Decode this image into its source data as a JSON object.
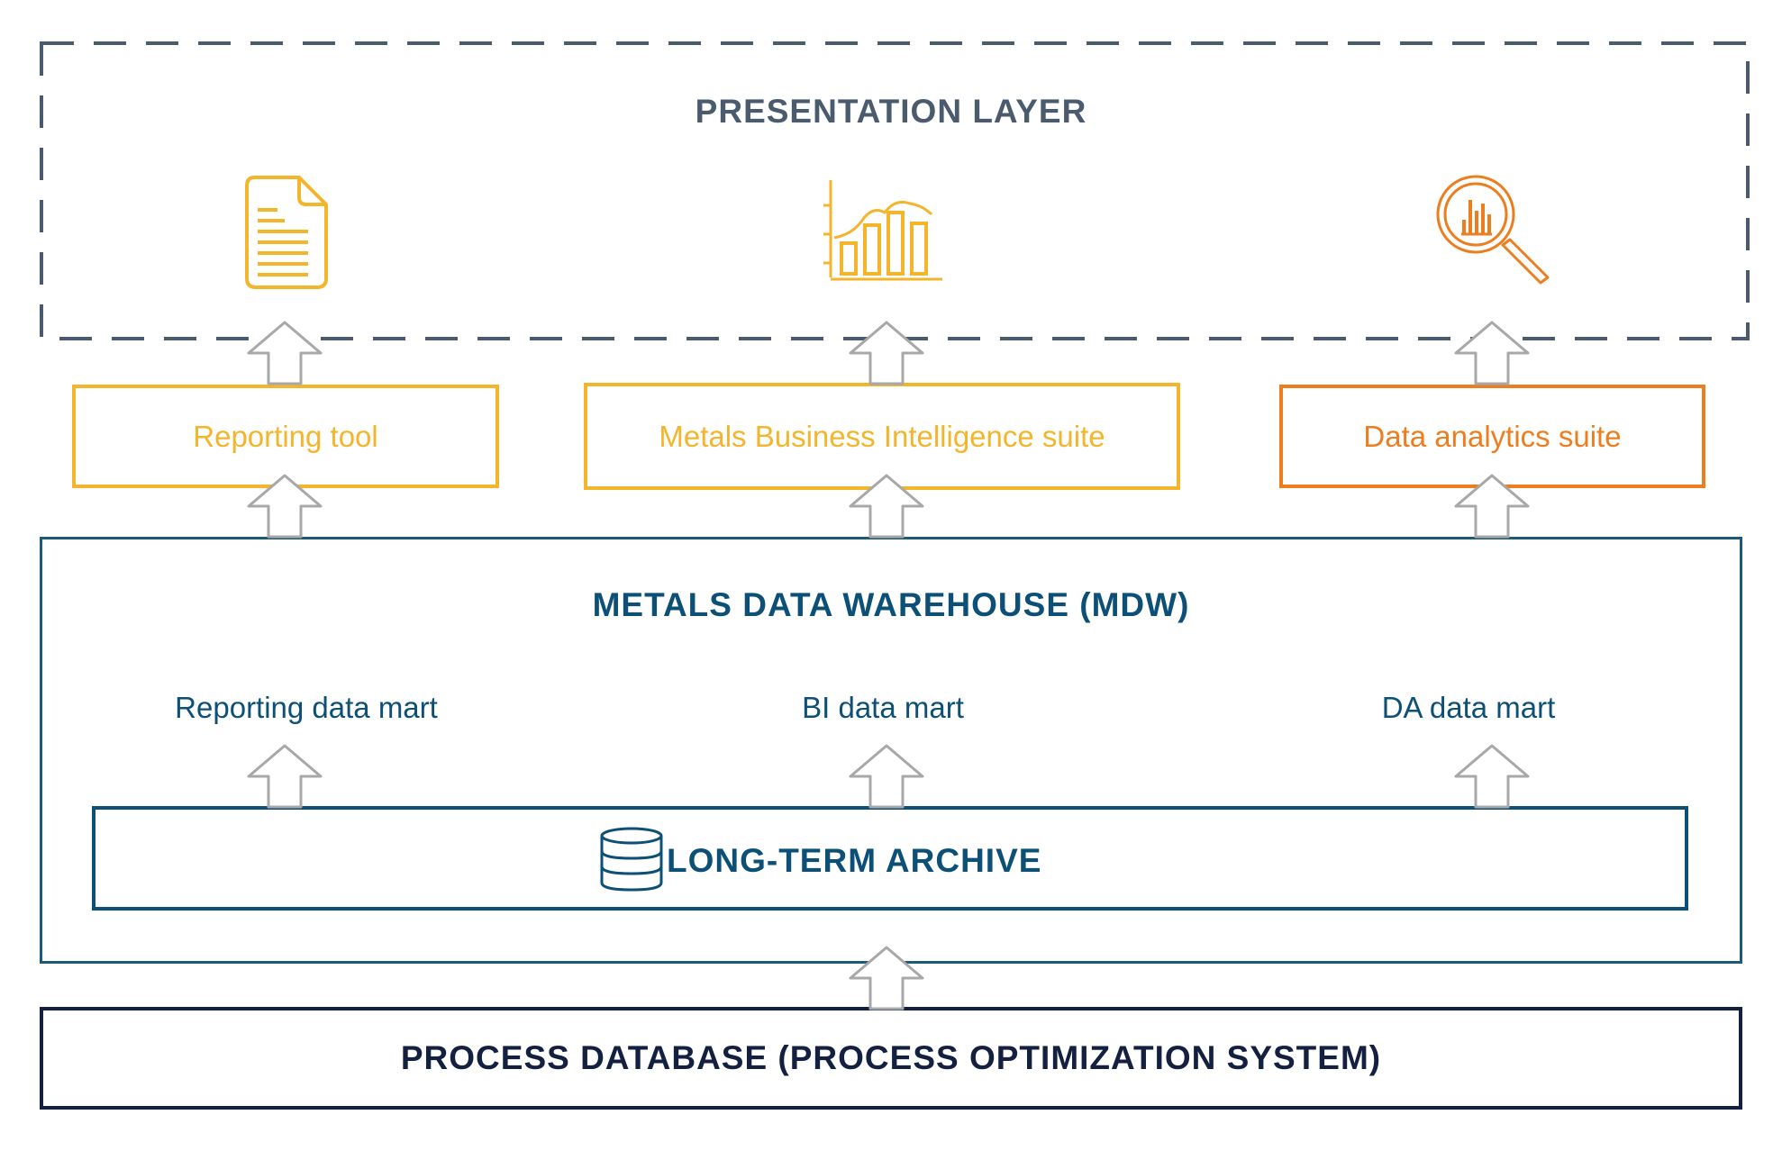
{
  "presentation_layer": {
    "title": "PRESENTATION LAYER",
    "icons": [
      "document-icon",
      "bar-chart-icon",
      "magnifier-chart-icon"
    ]
  },
  "tools": {
    "reporting": "Reporting tool",
    "bi": "Metals Business Intelligence suite",
    "da": "Data analytics suite"
  },
  "warehouse": {
    "title": "METALS DATA WAREHOUSE (MDW)",
    "marts": {
      "reporting": "Reporting data mart",
      "bi": "BI data mart",
      "da": "DA data mart"
    },
    "archive": {
      "label": "LONG-TERM ARCHIVE",
      "icon": "database-icon"
    }
  },
  "process_database": {
    "label": "PROCESS DATABASE (PROCESS OPTIMIZATION SYSTEM)"
  },
  "colors": {
    "presentation_gray": "#4b5b6e",
    "tool_yellow": "#f3b52b",
    "tool_orange": "#ec7e1f",
    "warehouse_blue": "#0d5077",
    "process_navy": "#14203f",
    "arrow_gray": "#a8a8a8"
  }
}
